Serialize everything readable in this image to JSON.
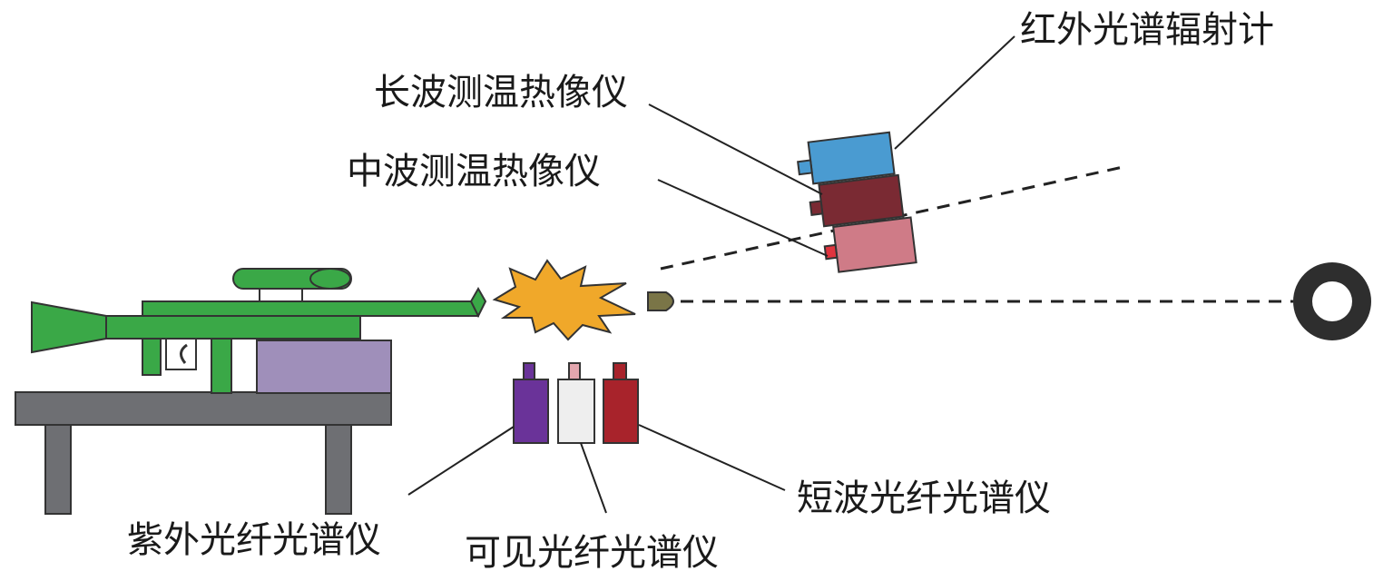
{
  "labels": {
    "ir_radiometer": "红外光谱辐射计",
    "lw_camera": "长波测温热像仪",
    "mw_camera": "中波测温热像仪",
    "uv_spectrometer": "紫外光纤光谱仪",
    "vis_spectrometer": "可见光纤光谱仪",
    "sw_spectrometer": "短波光纤光谱仪"
  },
  "colors": {
    "gun": "#3aa847",
    "table": "#6e6f73",
    "block": "#9f8fba",
    "flash": "#f0a82a",
    "bullet": "#7a7547",
    "target": "#2e2e2e",
    "ir_radiometer": "#4a9bd1",
    "lw_camera": "#7a2a33",
    "mw_camera": "#cf7b87",
    "uv_spectrometer": "#6a3399",
    "vis_spectrometer": "#eeeeee",
    "sw_spectrometer": "#a8232b"
  },
  "icons": {
    "flash": "muzzle-flash-icon",
    "target": "ring-target-icon"
  }
}
